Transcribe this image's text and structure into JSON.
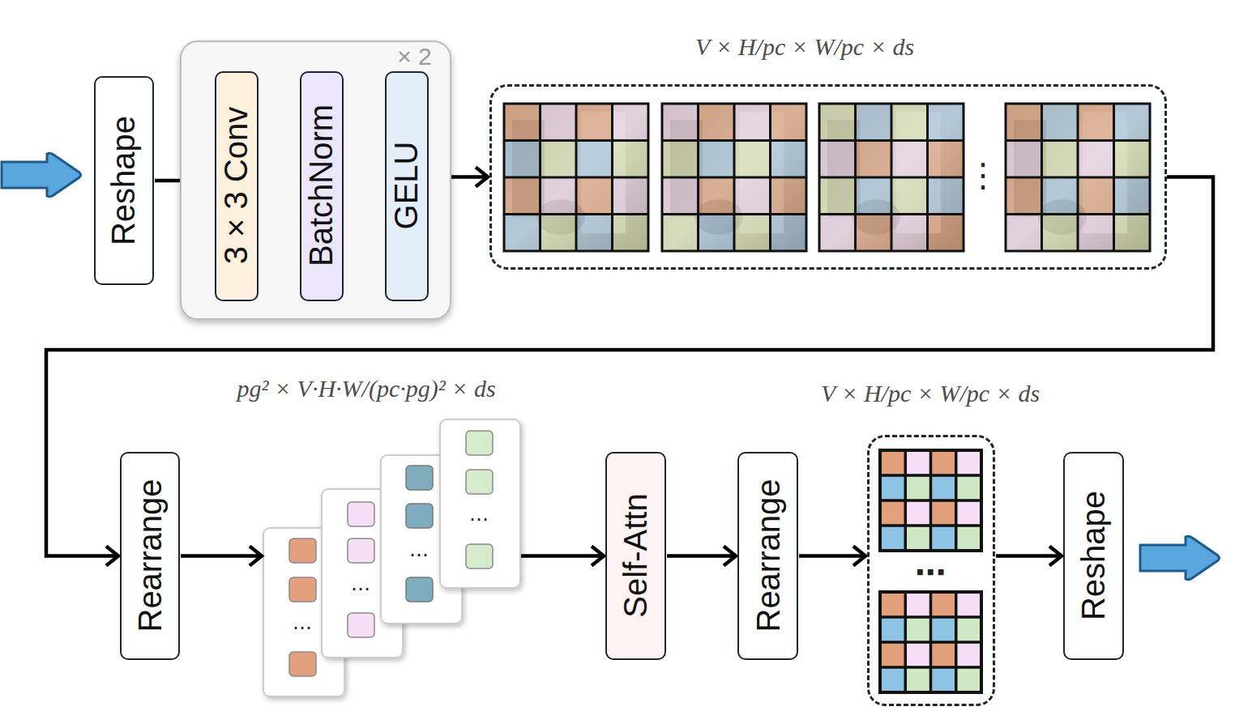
{
  "diagram": {
    "nodes": [
      {
        "text": [
          "Reshape"
        ]
      },
      {
        "text": [
          "× 2"
        ]
      },
      {
        "text": [
          "3 × 3 Conv"
        ],
        "in": 1
      },
      {
        "text": [
          "BatchNorm"
        ],
        "in": 1
      },
      {
        "text": [
          "GELU"
        ],
        "in": 1
      },
      {
        "text": [
          "V × H/pc × W/pc × ds"
        ]
      },
      {
        "text": [
          "Rearrange"
        ]
      },
      {
        "text": [
          "pg² × V·H·W/(pc·pg)² × ds"
        ]
      },
      {
        "text": [
          "Self-Attn"
        ]
      },
      {
        "text": [
          "Rearrange"
        ]
      },
      {
        "text": [
          "V × H/pc × W/pc × ds"
        ]
      },
      {
        "text": [
          "Reshape"
        ]
      }
    ],
    "edges": [
      {
        "from": 0,
        "to": 2,
        "arrow": "to"
      },
      {
        "from": 2,
        "to": 3,
        "arrow": "to"
      },
      {
        "from": 3,
        "to": 4,
        "arrow": "to"
      },
      {
        "from": 4,
        "to": 5,
        "arrow": "to"
      },
      {
        "from": 5,
        "to": 6,
        "arrow": "to"
      },
      {
        "from": 6,
        "to": 7,
        "arrow": "to"
      },
      {
        "from": 7,
        "to": 8,
        "arrow": "to"
      },
      {
        "from": 8,
        "to": 9,
        "arrow": "to"
      },
      {
        "from": 9,
        "to": 10,
        "arrow": "to"
      },
      {
        "from": 10,
        "to": 11,
        "arrow": "to"
      }
    ],
    "labels": [
      "⋮",
      "⋯",
      "⋯",
      "⋯",
      "⋯",
      "⋯"
    ]
  }
}
